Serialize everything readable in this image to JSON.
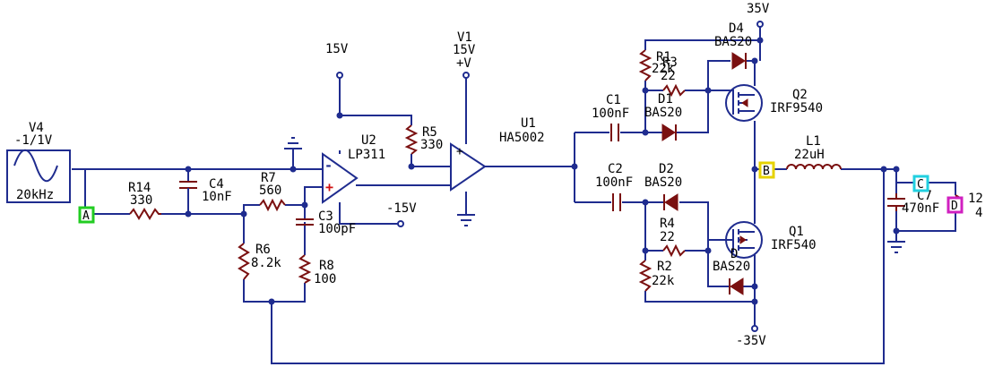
{
  "labels": {
    "v4_name": "V4",
    "v4_amp": "-1/1V",
    "v4_freq": "20kHz",
    "r14_name": "R14",
    "r14_val": "330",
    "c4_name": "C4",
    "c4_val": "10nF",
    "r7_name": "R7",
    "r7_val": "560",
    "c3_name": "C3",
    "c3_val": "100pF",
    "r6_name": "R6",
    "r6_val": "8.2k",
    "r8_name": "R8",
    "r8_val": "100",
    "u2_name": "U2",
    "u2_val": "LP311",
    "r5_name": "R5",
    "r5_val": "330",
    "vp15_left": "15V",
    "vn15": "-15V",
    "v1_name": "V1",
    "v1_val": "15V",
    "v1_node": "+V",
    "u1_name": "U1",
    "u1_val": "HA5002",
    "c1_name": "C1",
    "c1_val": "100nF",
    "c2_name": "C2",
    "c2_val": "100nF",
    "r1_name": "R1",
    "r1_val": "22k",
    "r3_name": "R3",
    "r3_val": "22",
    "d1_name": "D1",
    "d1_val": "BAS20",
    "d4_name": "D4",
    "d4_val": "BAS20",
    "d2_name": "D2",
    "d2_val": "BAS20",
    "r4_name": "R4",
    "r4_val": "22",
    "r2_name": "R2",
    "r2_val": "22k",
    "d3_name": "D",
    "d3_val": "BAS20",
    "q2_name": "Q2",
    "q2_val": "IRF9540",
    "q1_name": "Q1",
    "q1_val": "IRF540",
    "vp35": "35V",
    "vn35": "-35V",
    "l1_name": "L1",
    "l1_val": "22uH",
    "c7_name": "C7",
    "c7_val": "470nF",
    "rload_a": "12",
    "rload_b": "4",
    "plus": "+",
    "minus": "-"
  },
  "probes": [
    {
      "label": "A",
      "color": "#22cc22"
    },
    {
      "label": "B",
      "color": "#e6d200"
    },
    {
      "label": "C",
      "color": "#22d0e0"
    },
    {
      "label": "D",
      "color": "#d020c0"
    }
  ]
}
